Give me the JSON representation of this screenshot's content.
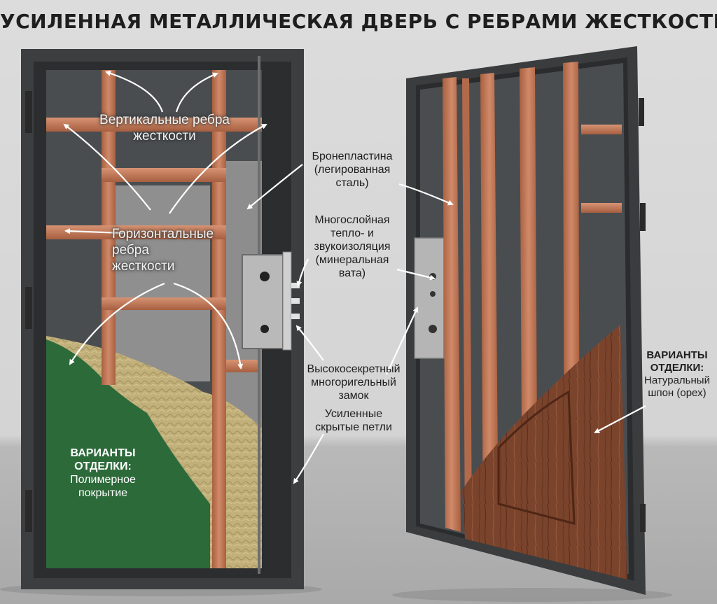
{
  "title": "УСИЛЕННАЯ МЕТАЛЛИЧЕСКАЯ ДВЕРЬ С РЕБРАМИ ЖЕСТКОСТИ",
  "labels": {
    "vertical_ribs": [
      "Вертикальные ребра",
      "жесткости"
    ],
    "horizontal_ribs": [
      "Горизонтальные",
      "ребра",
      "жесткости"
    ],
    "armor_plate": [
      "Бронепластина",
      "(легированная",
      "сталь)"
    ],
    "insulation": [
      "Многослойная",
      "тепло- и",
      "звукоизоляция",
      "(минеральная",
      "вата)"
    ],
    "lock": [
      "Высокосекретный",
      "многоригельный",
      "замок"
    ],
    "hinges": [
      "Усиленные",
      "скрытые петли"
    ],
    "finish_polymer": {
      "heading": [
        "ВАРИАНТЫ",
        "ОТДЕЛКИ:"
      ],
      "lines": [
        "Полимерное",
        "покрытие"
      ]
    },
    "finish_veneer": {
      "heading": [
        "ВАРИАНТЫ",
        "ОТДЕЛКИ:"
      ],
      "lines": [
        "Натуральный",
        "шпон (орех)"
      ]
    }
  },
  "colors": {
    "frame": "#3c3e40",
    "rib": "#c57d5f",
    "insulation": "#c2b07a",
    "polymer_green": "#2d6a3a",
    "walnut": "#7a432c",
    "arrow": "#ffffff"
  }
}
